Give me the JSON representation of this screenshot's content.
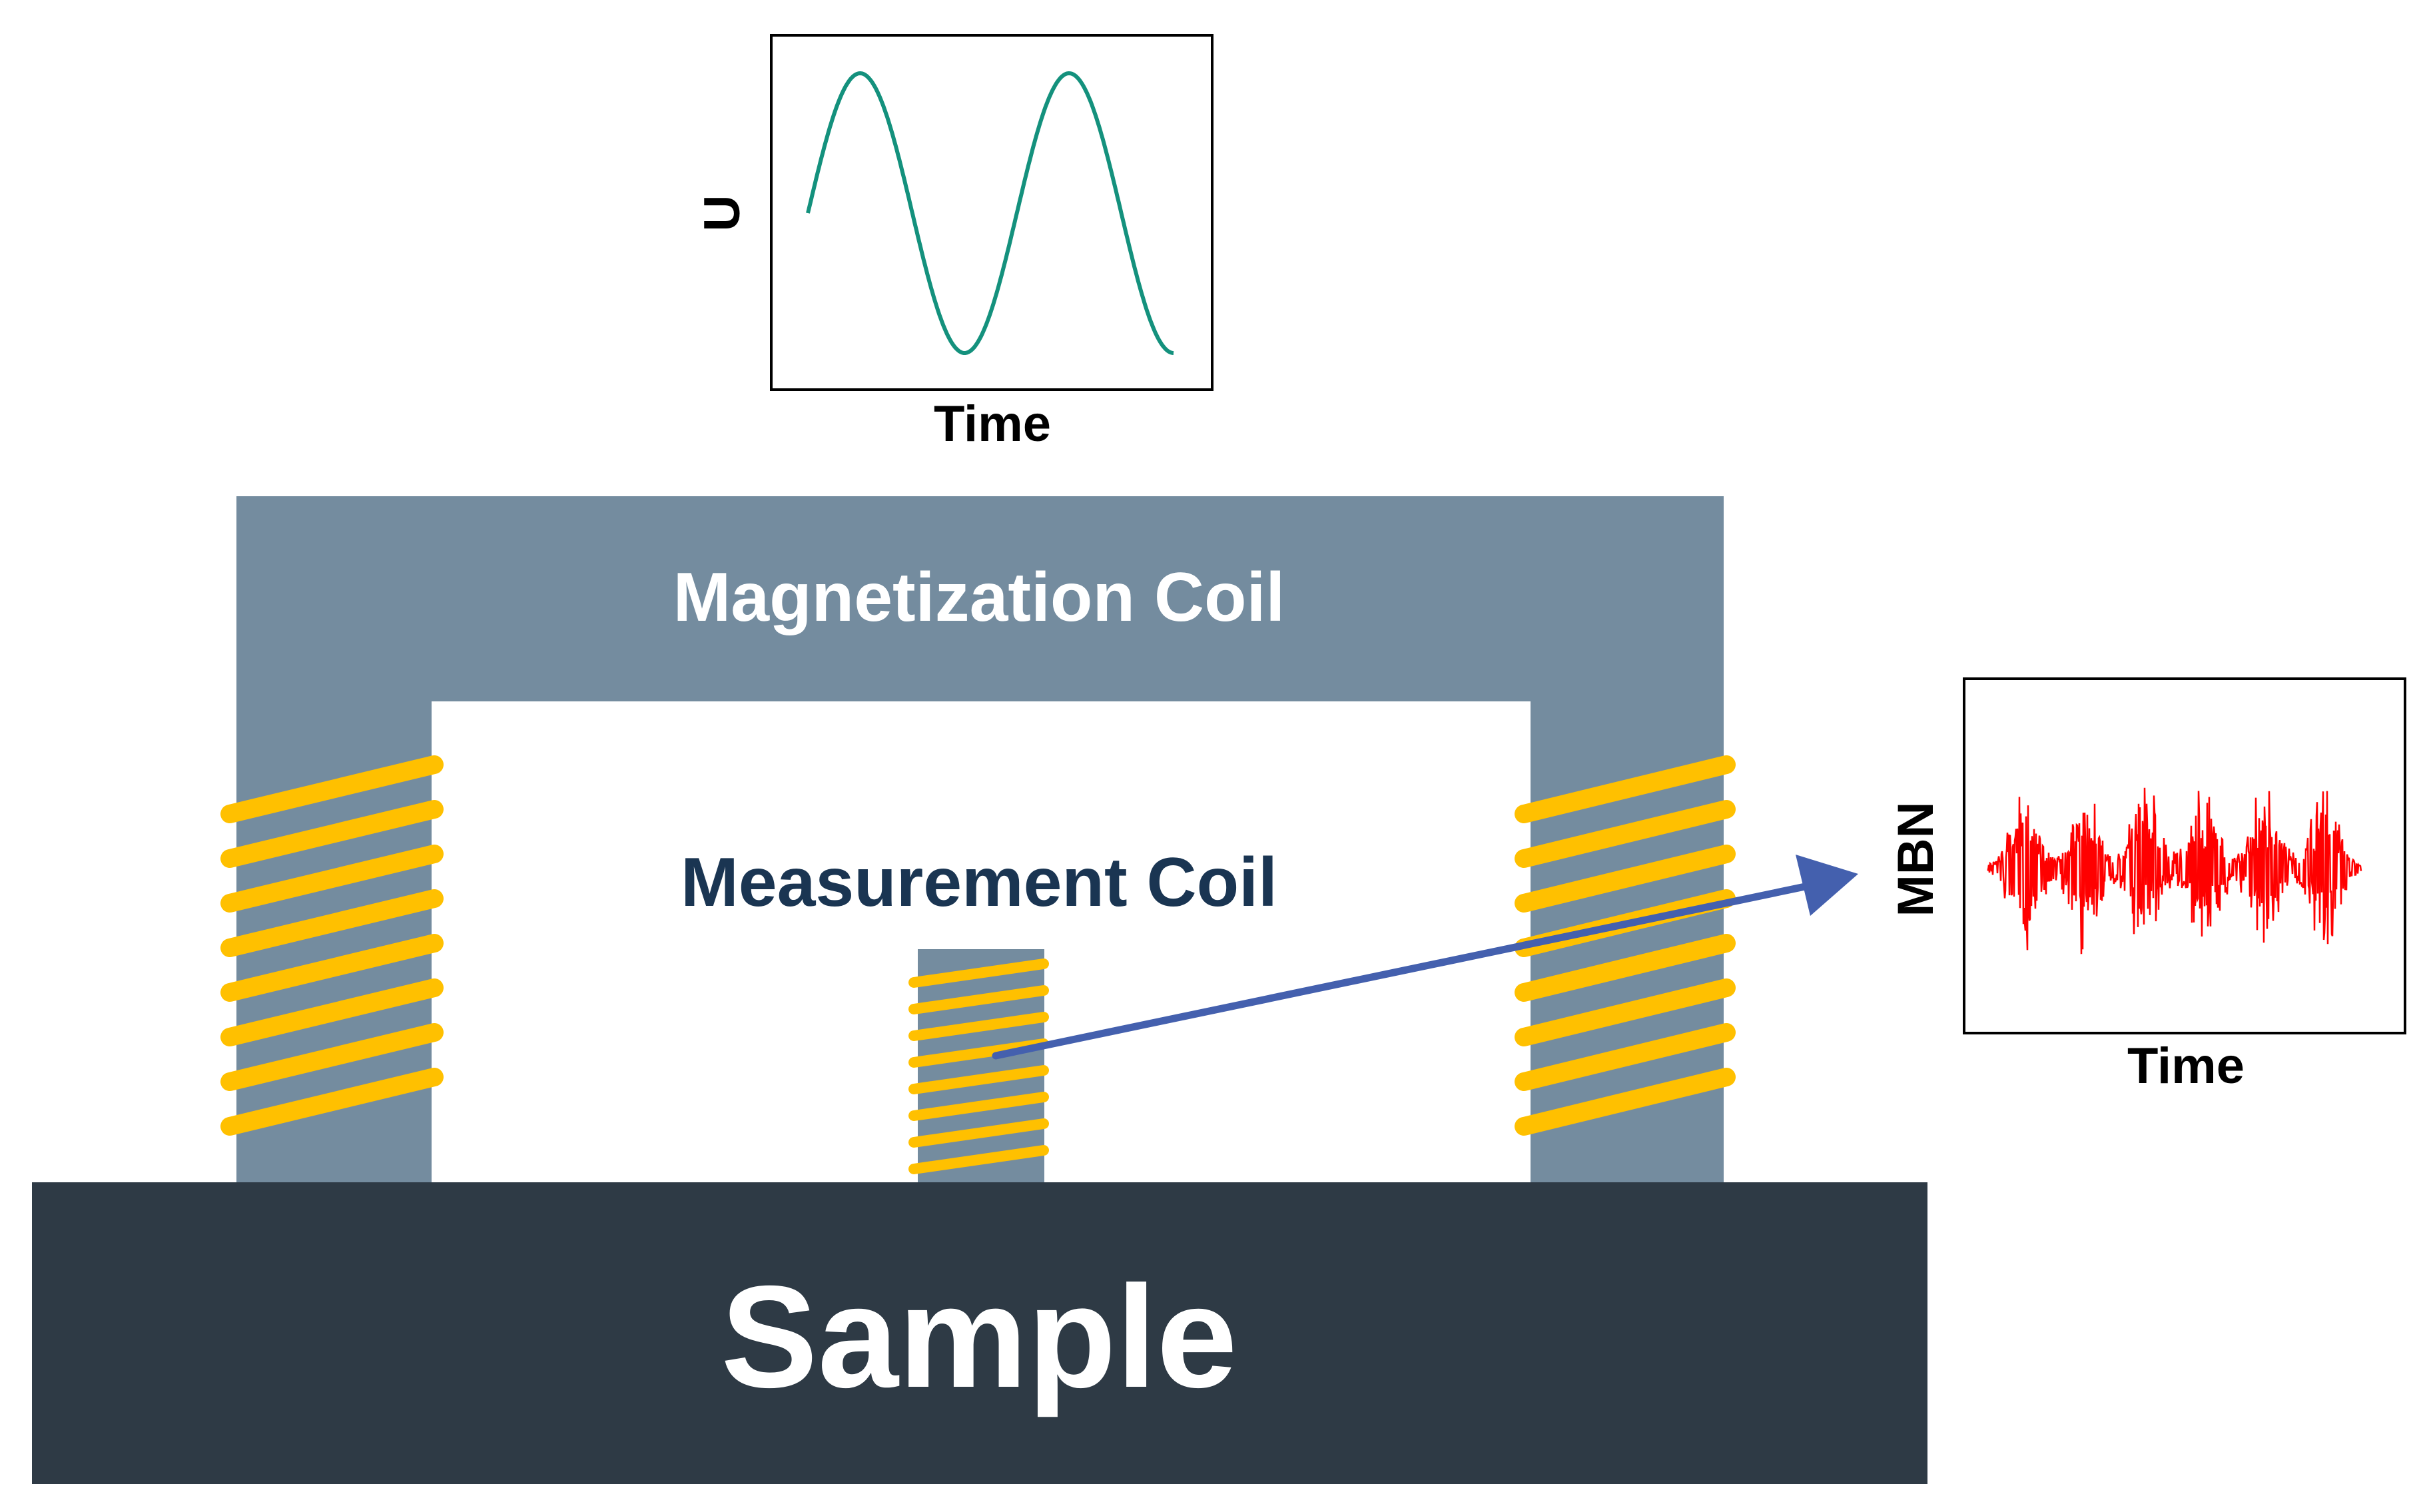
{
  "labels": {
    "magnetization_coil": "Magnetization Coil",
    "measurement_coil": "Measurement Coil",
    "sample": "Sample"
  },
  "excitation_plot": {
    "ylabel": "U",
    "xlabel": "Time",
    "signal": "sine",
    "cycles": 1.75
  },
  "mbn_plot": {
    "ylabel": "MBN",
    "xlabel": "Time",
    "signal": "barkhausen-noise-bursts",
    "bursts": 6
  },
  "colors": {
    "yoke": "#748c9f",
    "sample": "#2e3a45",
    "winding": "#ffc000",
    "sine": "#14917d",
    "mbn": "#ff0000",
    "arrow": "#4460ae",
    "measurement_text": "#1a3552",
    "plot_border": "#000000",
    "label_on_dark": "#ffffff"
  }
}
